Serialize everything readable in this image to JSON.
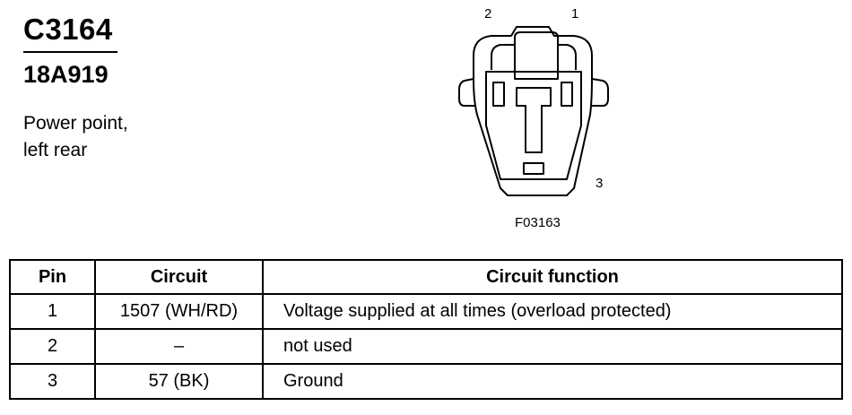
{
  "connector": {
    "id": "C3164",
    "part_number": "18A919",
    "description_line1": "Power point,",
    "description_line2": "left rear"
  },
  "diagram": {
    "pin_labels": [
      "1",
      "2",
      "3"
    ],
    "figure_code": "F03163"
  },
  "table": {
    "headers": {
      "pin": "Pin",
      "circuit": "Circuit",
      "function": "Circuit function"
    },
    "rows": [
      {
        "pin": "1",
        "circuit": "1507 (WH/RD)",
        "function": "Voltage supplied at all times (overload protected)"
      },
      {
        "pin": "2",
        "circuit": "–",
        "function": "not used"
      },
      {
        "pin": "3",
        "circuit": "57 (BK)",
        "function": "Ground"
      }
    ]
  }
}
